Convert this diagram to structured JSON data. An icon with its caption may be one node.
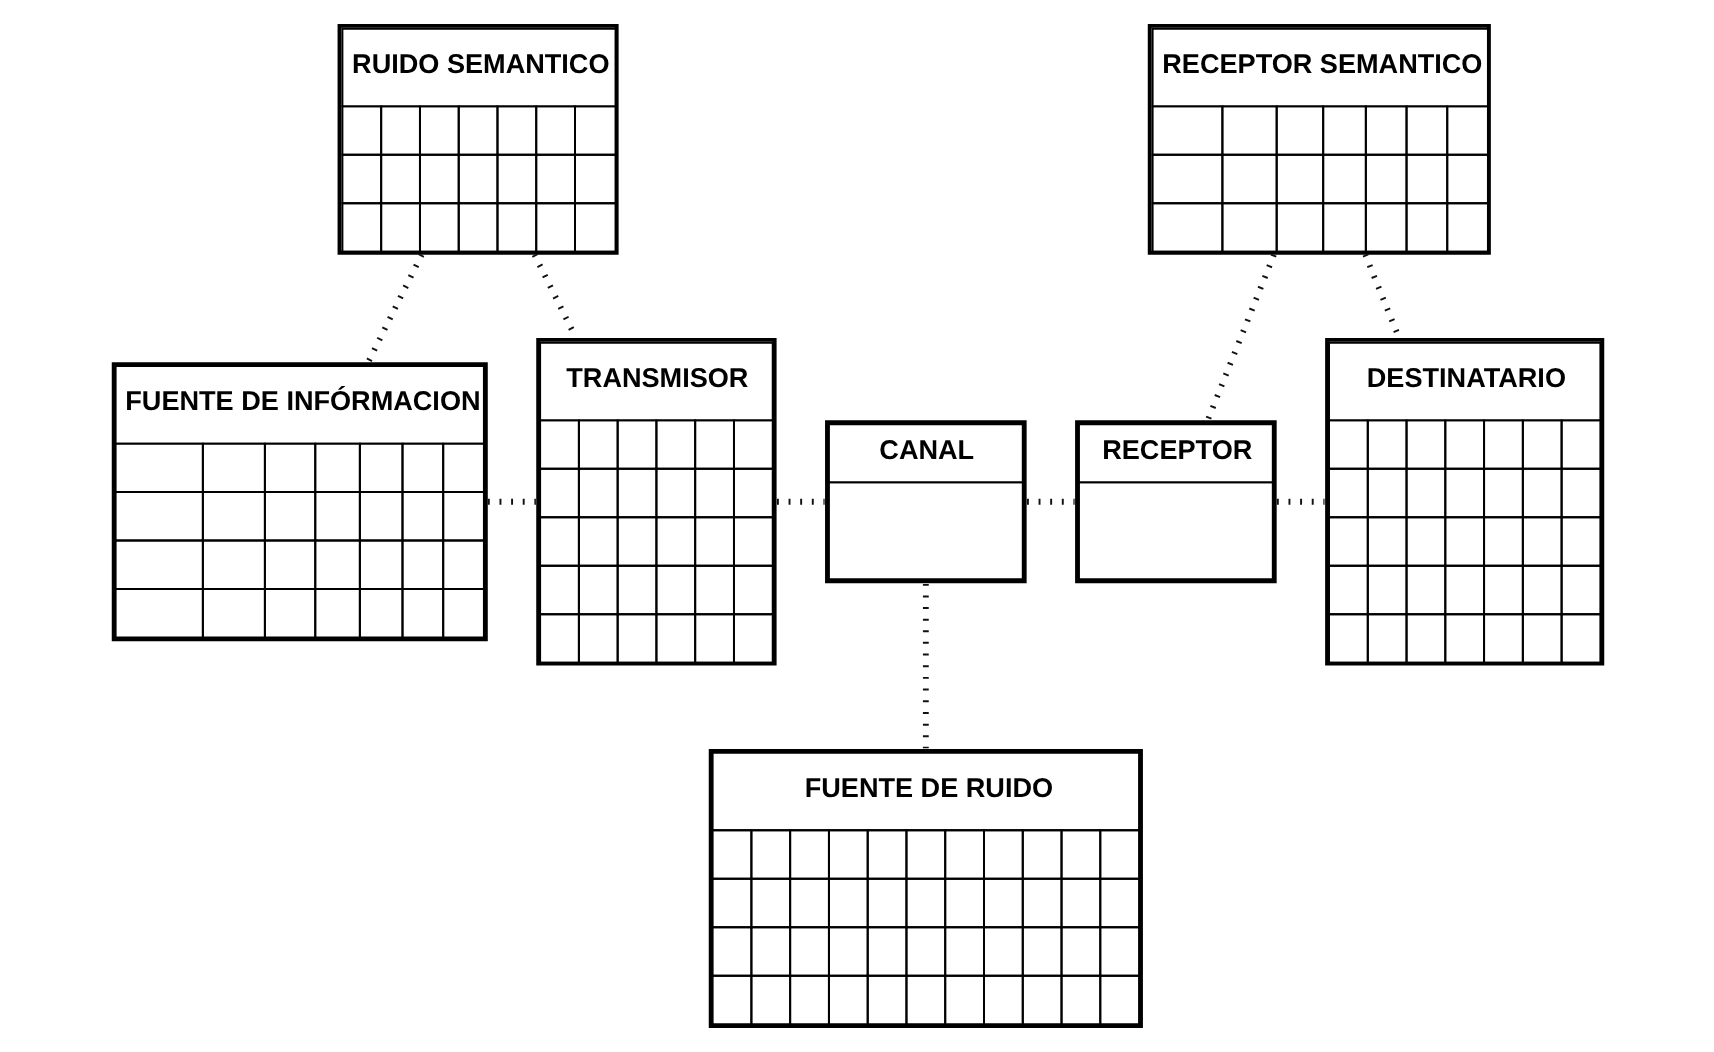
{
  "diagram": {
    "nodes": [
      {
        "text": [
          "RUIDO SEMANTICO"
        ]
      },
      {
        "text": [
          "RECEPTOR SEMANTICO"
        ]
      },
      {
        "text": [
          "CANAL"
        ]
      },
      {
        "text": [
          "FUENTE DE INFÓRMACION"
        ]
      },
      {
        "text": [
          "TRANSMISOR"
        ]
      },
      {
        "text": [
          "RECEPTOR"
        ]
      },
      {
        "text": [
          "DESTINATARIO"
        ]
      },
      {
        "text": [
          "FUENTE DE RUIDO"
        ]
      }
    ],
    "edges": [
      {
        "from": 3,
        "to": 4,
        "arrow": "none"
      },
      {
        "from": 0,
        "to": 3,
        "arrow": "none"
      },
      {
        "from": 0,
        "to": 4,
        "arrow": "none"
      },
      {
        "from": 4,
        "to": 2,
        "arrow": "none"
      },
      {
        "from": 2,
        "to": 5,
        "arrow": "none"
      },
      {
        "from": 2,
        "to": 7,
        "arrow": "none"
      },
      {
        "from": 5,
        "to": 6,
        "arrow": "none"
      },
      {
        "from": 1,
        "to": 5,
        "arrow": "none"
      },
      {
        "from": 1,
        "to": 6,
        "arrow": "none"
      }
    ]
  }
}
